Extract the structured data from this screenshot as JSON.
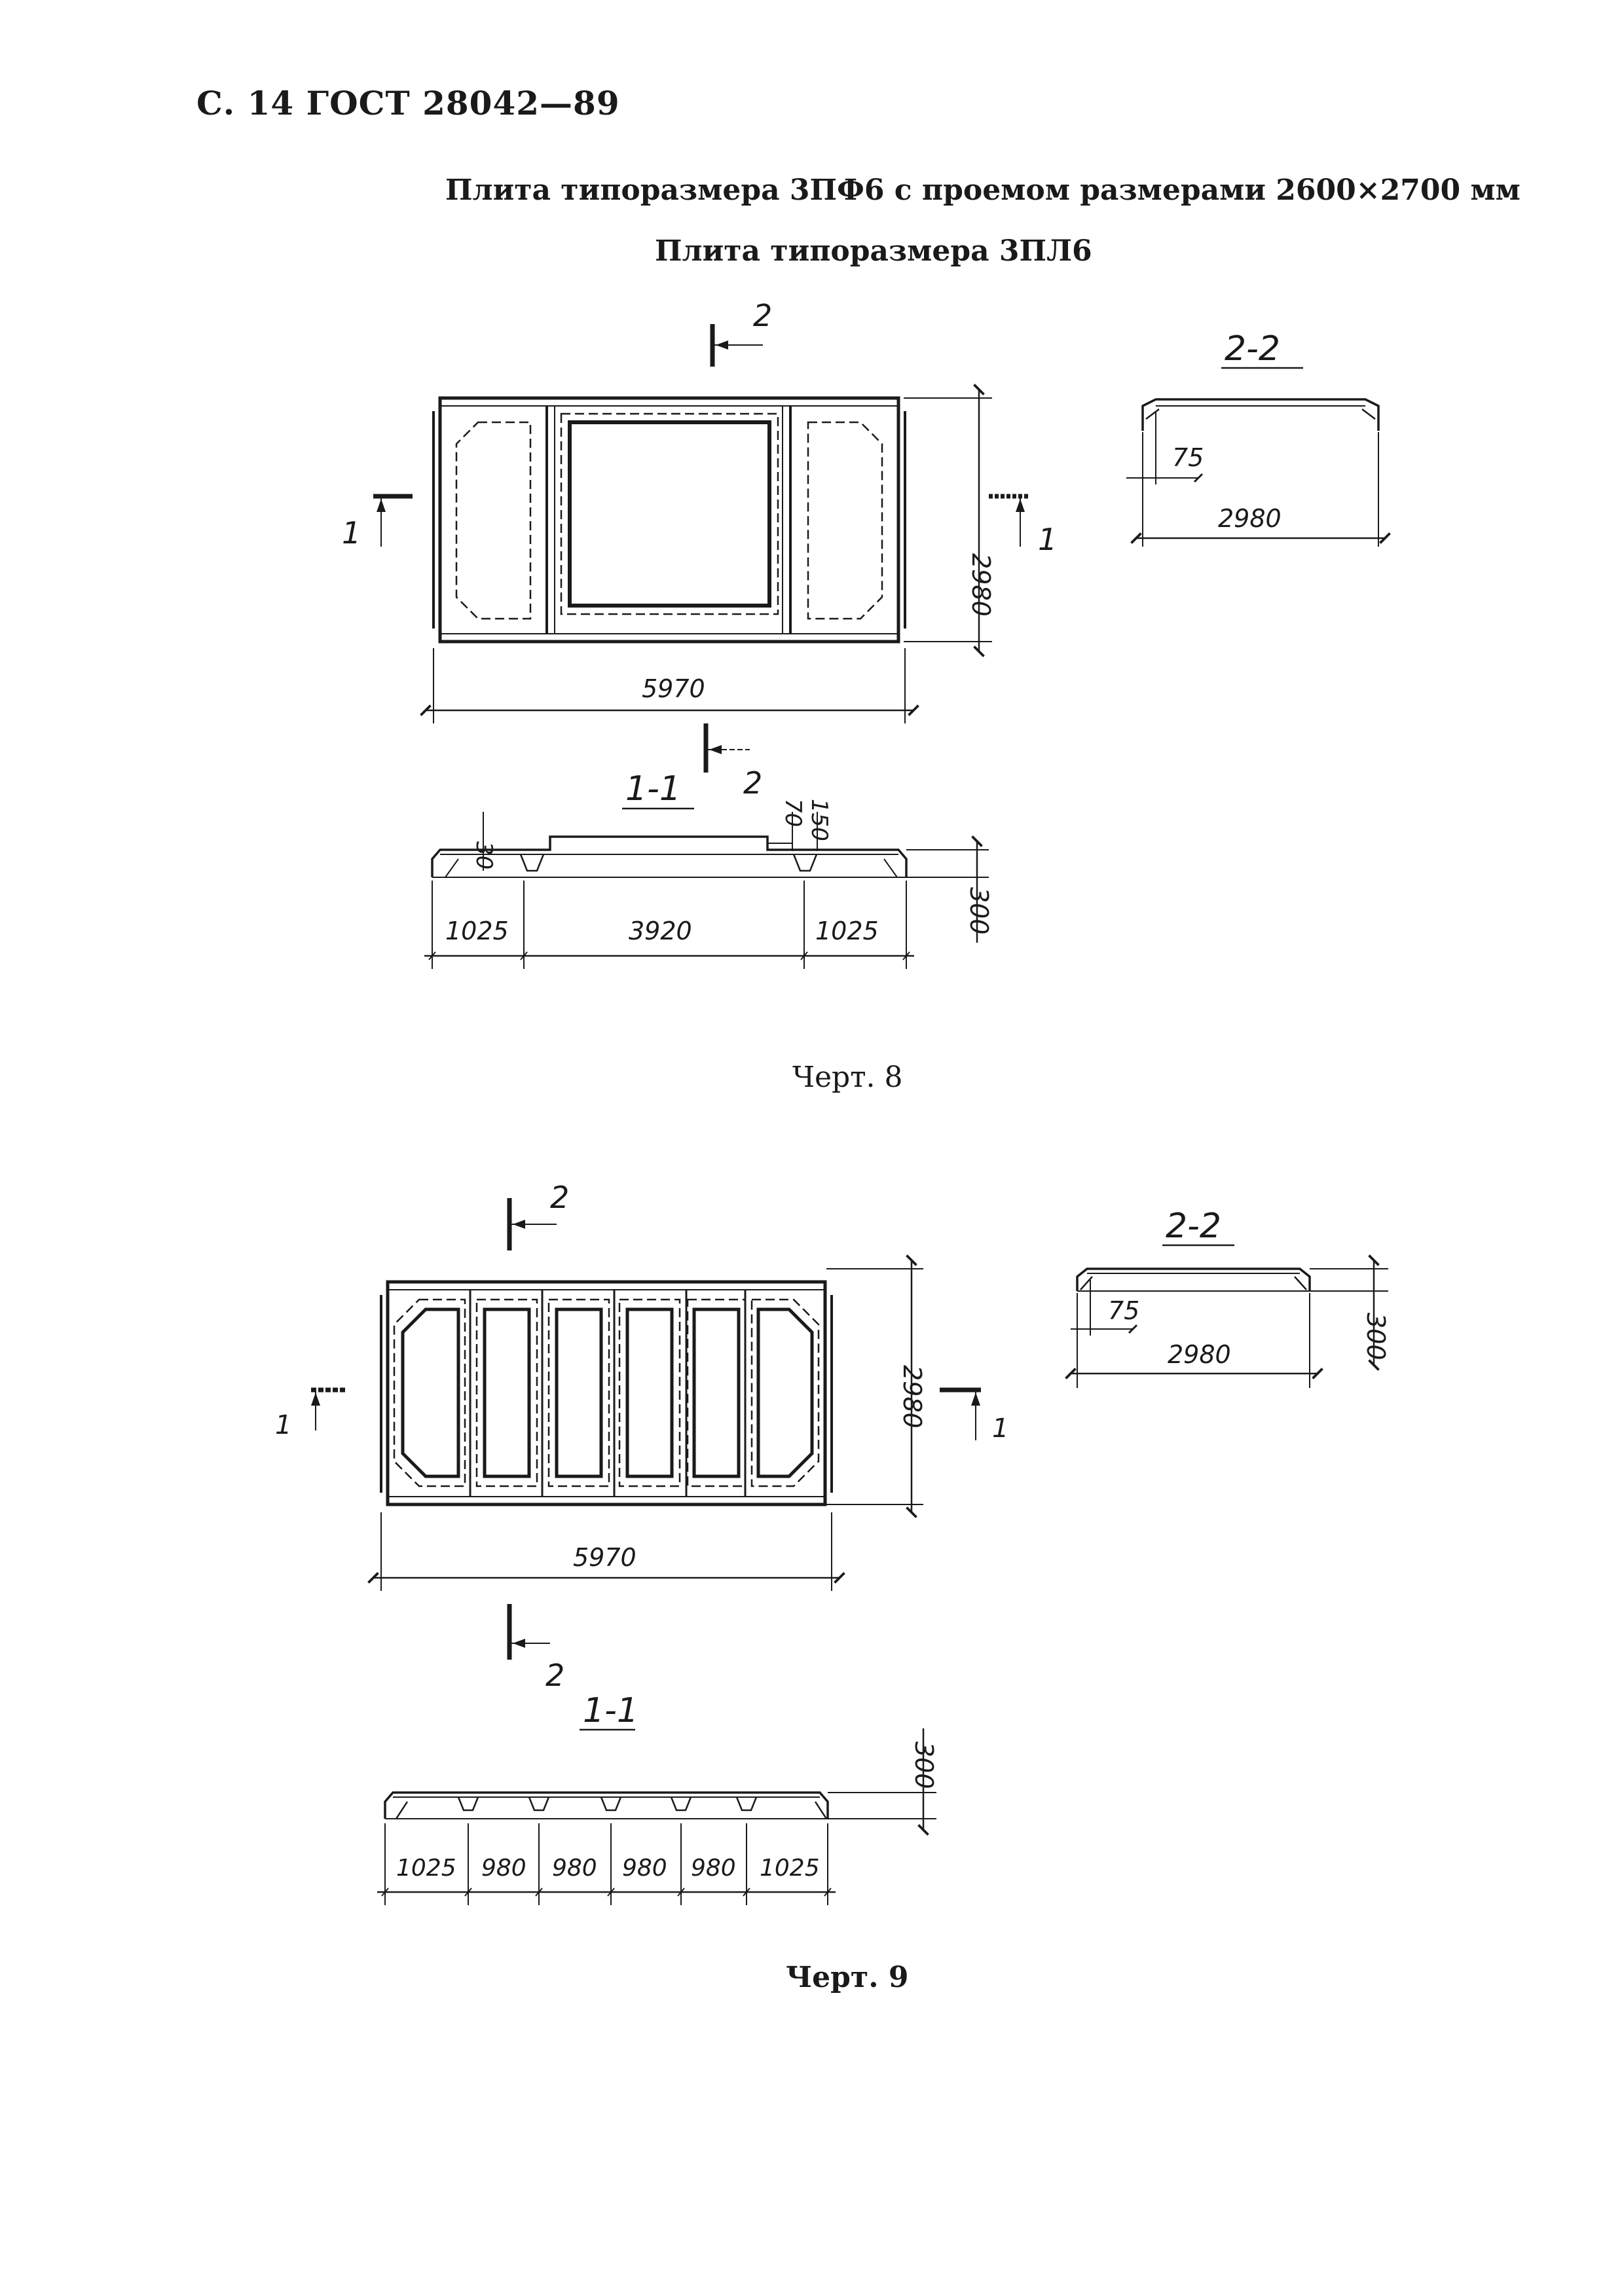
{
  "header": {
    "page_ref": "С. 14 ГОСТ 28042—89"
  },
  "drawing8": {
    "title_line1": "Плита типоразмера 3ПФ6 с проемом размерами 2600×2700 мм",
    "title_line2": "Плита типоразмера 3ПЛ6",
    "caption": "Черт. 8",
    "plan": {
      "width": "5970",
      "height": "2980",
      "cut_2": "2",
      "cut_1": "1"
    },
    "section_22": {
      "label": "2-2",
      "dim_rib": "75",
      "dim_width": "2980"
    },
    "section_11": {
      "label": "1-1",
      "dim_30": "30",
      "dim_70": "70",
      "dim_150": "150",
      "dim_left": "1025",
      "dim_mid": "3920",
      "dim_right": "1025",
      "dim_height": "300"
    }
  },
  "drawing9": {
    "caption": "Черт. 9",
    "plan": {
      "width": "5970",
      "height": "2980",
      "cut_2": "2",
      "cut_1": "1"
    },
    "section_22": {
      "label": "2-2",
      "dim_rib": "75",
      "dim_width": "2980",
      "dim_height": "300"
    },
    "section_11": {
      "label": "1-1",
      "dim_height": "300",
      "spans": [
        "1025",
        "980",
        "980",
        "980",
        "980",
        "1025"
      ]
    }
  }
}
